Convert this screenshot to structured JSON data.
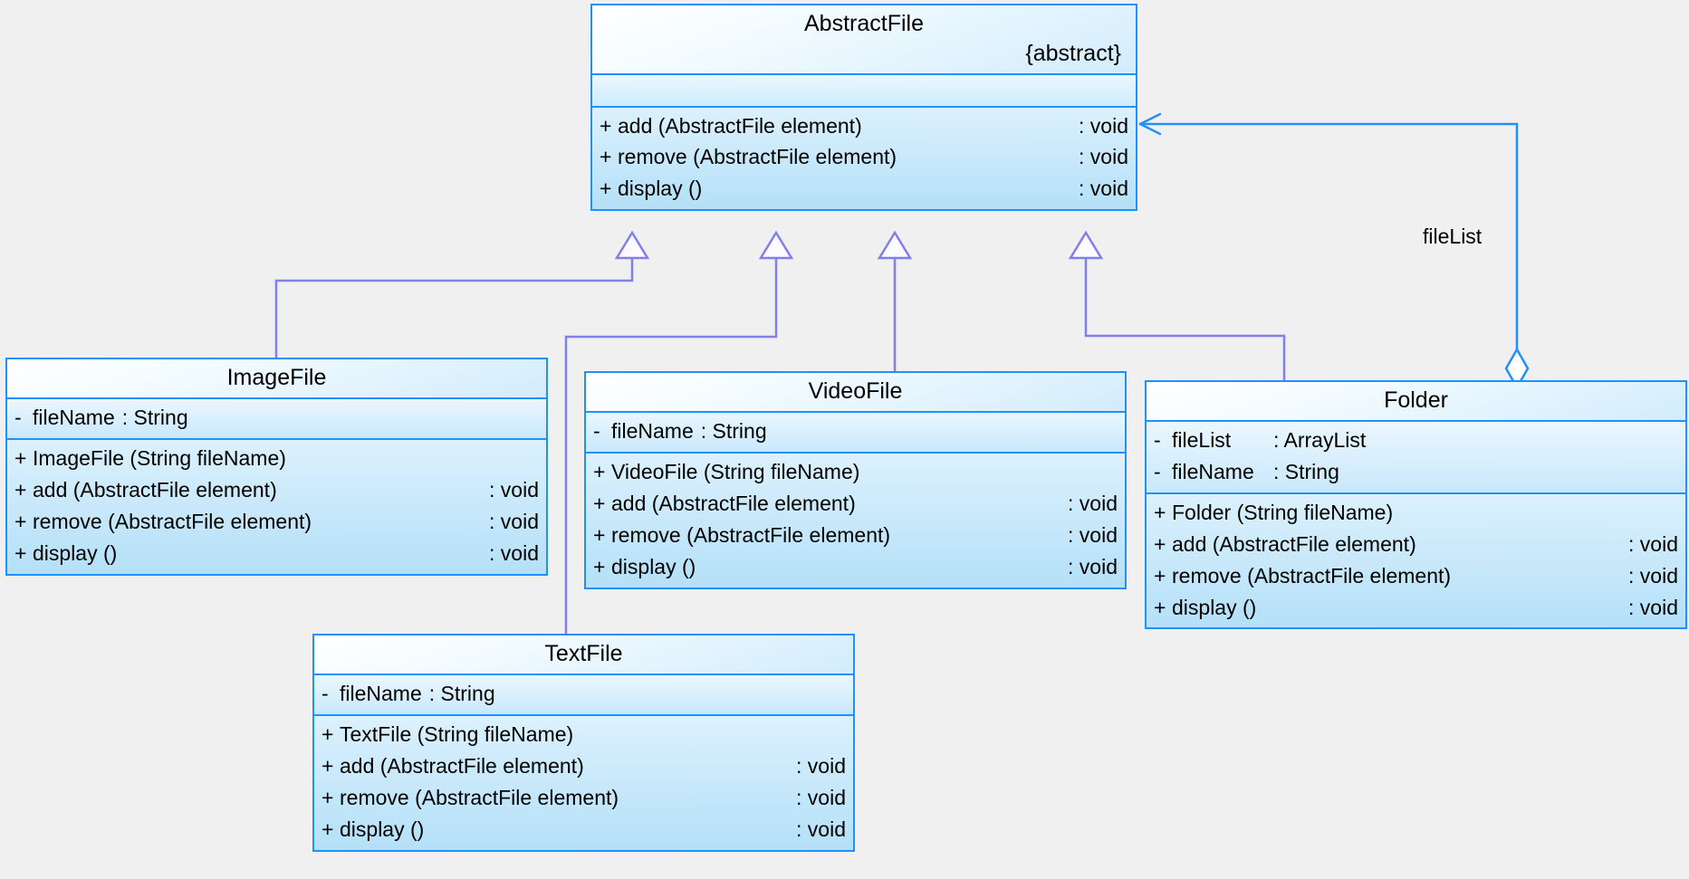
{
  "diagram": {
    "kind": "uml-class-diagram",
    "background_color": "#f0f0f0",
    "class_border_color": "#1e90ff",
    "class_fill_color": "#cdeafb",
    "generalization_color": "#8080e8",
    "association_color": "#1e90ff"
  },
  "classes": {
    "abstract_file": {
      "name": "AbstractFile",
      "stereotype": "{abstract}",
      "attributes": [],
      "operations": [
        {
          "visibility": "+",
          "signature": "add (AbstractFile element)",
          "type": ": void"
        },
        {
          "visibility": "+",
          "signature": "remove (AbstractFile element)",
          "type": ": void"
        },
        {
          "visibility": "+",
          "signature": "display ()",
          "type": ": void"
        }
      ]
    },
    "image_file": {
      "name": "ImageFile",
      "attributes": [
        {
          "visibility": "-",
          "signature": "fileName",
          "type": ": String"
        }
      ],
      "operations": [
        {
          "visibility": "+",
          "signature": "ImageFile (String fileName)",
          "type": ""
        },
        {
          "visibility": "+",
          "signature": "add (AbstractFile element)",
          "type": ": void"
        },
        {
          "visibility": "+",
          "signature": "remove (AbstractFile element)",
          "type": ": void"
        },
        {
          "visibility": "+",
          "signature": "display ()",
          "type": ": void"
        }
      ]
    },
    "video_file": {
      "name": "VideoFile",
      "attributes": [
        {
          "visibility": "-",
          "signature": "fileName",
          "type": ": String"
        }
      ],
      "operations": [
        {
          "visibility": "+",
          "signature": "VideoFile (String fileName)",
          "type": ""
        },
        {
          "visibility": "+",
          "signature": "add (AbstractFile element)",
          "type": ": void"
        },
        {
          "visibility": "+",
          "signature": "remove (AbstractFile element)",
          "type": ": void"
        },
        {
          "visibility": "+",
          "signature": "display ()",
          "type": ": void"
        }
      ]
    },
    "text_file": {
      "name": "TextFile",
      "attributes": [
        {
          "visibility": "-",
          "signature": "fileName",
          "type": ": String"
        }
      ],
      "operations": [
        {
          "visibility": "+",
          "signature": "TextFile (String fileName)",
          "type": ""
        },
        {
          "visibility": "+",
          "signature": "add (AbstractFile element)",
          "type": ": void"
        },
        {
          "visibility": "+",
          "signature": "remove (AbstractFile element)",
          "type": ": void"
        },
        {
          "visibility": "+",
          "signature": "display ()",
          "type": ": void"
        }
      ]
    },
    "folder": {
      "name": "Folder",
      "attributes": [
        {
          "visibility": "-",
          "signature": "fileList",
          "type": ": ArrayList"
        },
        {
          "visibility": "-",
          "signature": "fileName",
          "type": ": String"
        }
      ],
      "operations": [
        {
          "visibility": "+",
          "signature": "Folder (String fileName)",
          "type": ""
        },
        {
          "visibility": "+",
          "signature": "add (AbstractFile element)",
          "type": ": void"
        },
        {
          "visibility": "+",
          "signature": "remove (AbstractFile element)",
          "type": ": void"
        },
        {
          "visibility": "+",
          "signature": "display ()",
          "type": ": void"
        }
      ]
    }
  },
  "relationships": {
    "generalizations": [
      {
        "from": "ImageFile",
        "to": "AbstractFile"
      },
      {
        "from": "TextFile",
        "to": "AbstractFile"
      },
      {
        "from": "VideoFile",
        "to": "AbstractFile"
      },
      {
        "from": "Folder",
        "to": "AbstractFile"
      }
    ],
    "aggregation": {
      "from": "Folder",
      "to": "AbstractFile",
      "label": "fileList"
    }
  }
}
